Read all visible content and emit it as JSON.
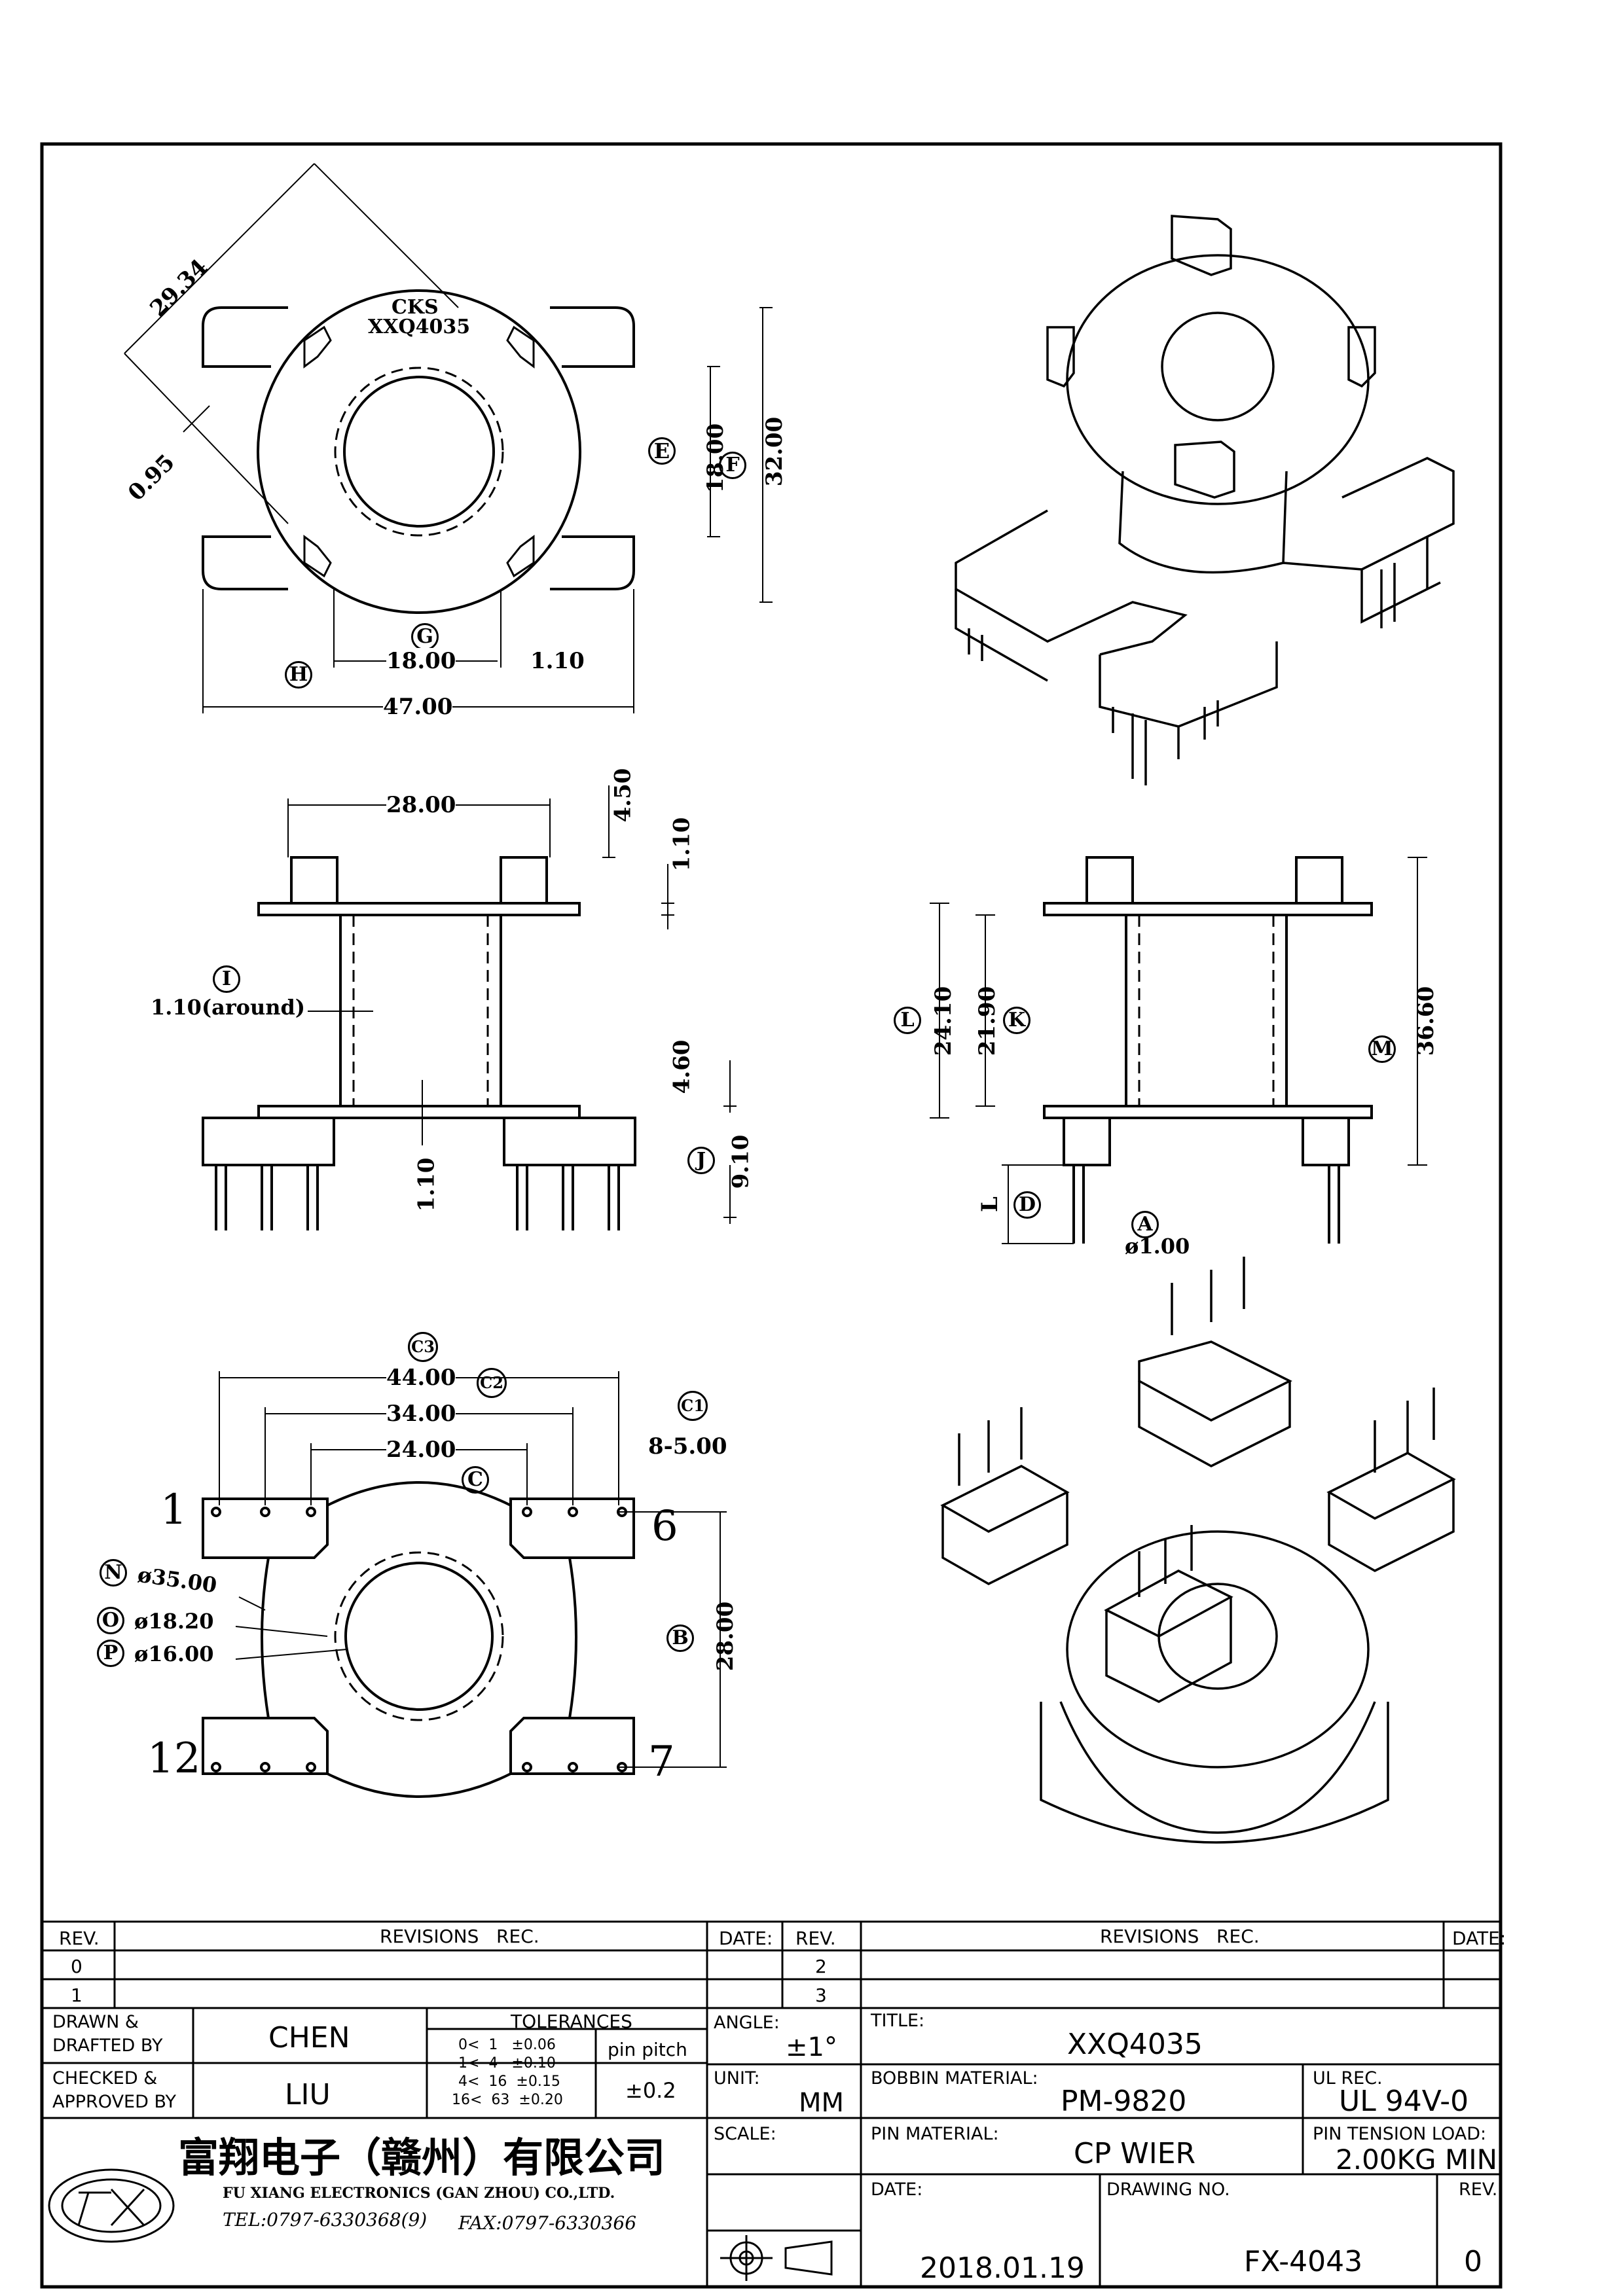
{
  "drawing": {
    "top_view": {
      "mark_line1": "CKS",
      "mark_line2": "XXQ4035",
      "dim_diag": "29.34",
      "dim_wall": "0.95",
      "dim_E_label": "E",
      "dim_F_label": "F",
      "dim_F": "18.00",
      "dim_height": "32.00",
      "dim_G_label": "G",
      "dim_G": "18.00",
      "dim_gap": "1.10",
      "dim_H_label": "H",
      "dim_H": "47.00"
    },
    "side_view": {
      "dim_pitch": "28.00",
      "dim_top": "4.50",
      "dim_flange": "1.10",
      "dim_I_label": "I",
      "dim_wall": "1.10(around)",
      "dim_base": "4.60",
      "dim_bottom_flange": "1.10",
      "dim_J_label": "J",
      "dim_J": "9.10"
    },
    "front_view": {
      "dim_L_label": "L",
      "dim_L": "24.10",
      "dim_K_label": "K",
      "dim_K": "21.90",
      "dim_M_label": "M",
      "dim_M": "36.60",
      "dim_D_label": "D",
      "dim_D_letter": "L",
      "dim_A_label": "A",
      "dim_A": "ø1.00"
    },
    "bottom_view": {
      "dim_C3_label": "C3",
      "dim_C3": "44.00",
      "dim_C2_label": "C2",
      "dim_C2": "34.00",
      "dim_C1_label": "C1",
      "dim_C1": "8-5.00",
      "dim_C": "24.00",
      "dim_C_label": "C",
      "pin1": "1",
      "pin6": "6",
      "pin12": "12",
      "pin7": "7",
      "dim_N_label": "N",
      "dim_N": "ø35.00",
      "dim_O_label": "O",
      "dim_O": "ø18.20",
      "dim_P_label": "P",
      "dim_P": "ø16.00",
      "dim_B_label": "B",
      "dim_B": "28.00"
    }
  },
  "revisions": {
    "col_rev": "REV.",
    "col_rec": "REVISIONS   REC.",
    "col_date": "DATE:",
    "rows_left": [
      "0",
      "1"
    ],
    "rows_right": [
      "2",
      "3"
    ]
  },
  "title_block": {
    "drawn_label": "DRAWN &\nDRAFTED BY",
    "drawn_by": "CHEN",
    "checked_label": "CHECKED &\nAPPROVED BY",
    "checked_by": "LIU",
    "tolerances_title": "TOLERANCES",
    "tol_rows": [
      "0<  1   ±0.06",
      "1<  4   ±0.10",
      "4<  16  ±0.15",
      "16<  63  ±0.20"
    ],
    "pin_pitch_label": "pin pitch",
    "pin_pitch": "±0.2",
    "angle_label": "ANGLE:",
    "angle": "±1°",
    "unit_label": "UNIT:",
    "unit": "MM",
    "scale_label": "SCALE:",
    "title_label": "TITLE:",
    "title": "XXQ4035",
    "bobbin_label": "BOBBIN MATERIAL:",
    "bobbin": "PM-9820",
    "ul_label": "UL REC.",
    "ul": "UL 94V-0",
    "pin_mat_label": "PIN MATERIAL:",
    "pin_mat": "CP WIER",
    "tension_label": "PIN TENSION LOAD:",
    "tension": "2.00KG MIN",
    "date_label": "DATE:",
    "date": "2018.01.19",
    "drawing_no_label": "DRAWING NO.",
    "drawing_no": "FX-4043",
    "rev_label": "REV.",
    "rev": "0",
    "company_cn": "富翔电子（赣州）有限公司",
    "company_en": "FU XIANG ELECTRONICS (GAN ZHOU) CO.,LTD.",
    "tel": "TEL:0797-6330368(9)",
    "fax": "FAX:0797-6330366"
  }
}
